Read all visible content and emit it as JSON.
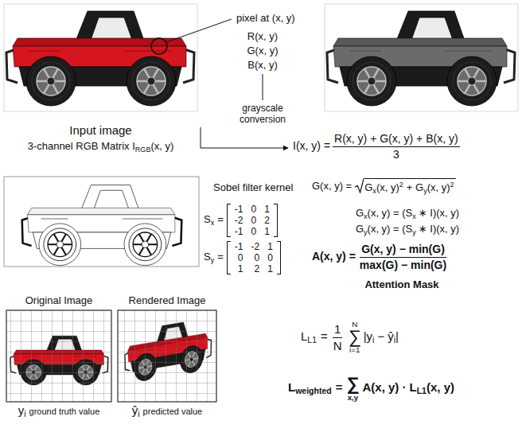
{
  "diagram": {
    "nodes": [
      {
        "text": [
          "Input image",
          "3-channel RGB Matrix I",
          "RGB",
          "(x, y)"
        ]
      },
      {
        "text": [
          "Original Image",
          "y",
          "i",
          "ground truth value"
        ]
      },
      {
        "text": [
          "Rendered Image",
          "ŷ",
          "i",
          "predicted value"
        ]
      }
    ],
    "labels": [
      "pixel at (x, y)",
      "R(x, y)",
      "G(x, y)",
      "B(x, y)",
      "grayscale conversion",
      "I(x, y) =",
      "R(x, y) + G(x, y) + B(x, y)",
      "3",
      "Sobel filter kernel",
      "S",
      "x",
      "=",
      "-1",
      "0",
      "1",
      "-2",
      "0",
      "2",
      "-1",
      "0",
      "1",
      "S",
      "y",
      "=",
      "-1",
      "-2",
      "1",
      "0",
      "0",
      "0",
      "1",
      "2",
      "1",
      "G(x, y) =",
      "G",
      "x",
      "(x, y)",
      "2",
      "+ G",
      "y",
      "(x, y)",
      "2",
      "G",
      "x",
      "(x, y) = (S",
      "x",
      "∗ I)(x, y)",
      "G",
      "y",
      "(x, y) = (S",
      "y",
      "∗ I)(x, y)",
      "A(x, y) =",
      "G(x, y) − min(G)",
      "max(G) − min(G)",
      "Attention Mask",
      "L",
      "L1",
      "=",
      "1",
      "N",
      "∑",
      "N",
      "i=1",
      "|y",
      "i",
      "−",
      "ŷ",
      "i",
      "|",
      "L",
      "weighted",
      "=",
      "∑",
      "x,y",
      "A(x, y) ·",
      "L",
      "L1",
      "(x, y)"
    ]
  }
}
